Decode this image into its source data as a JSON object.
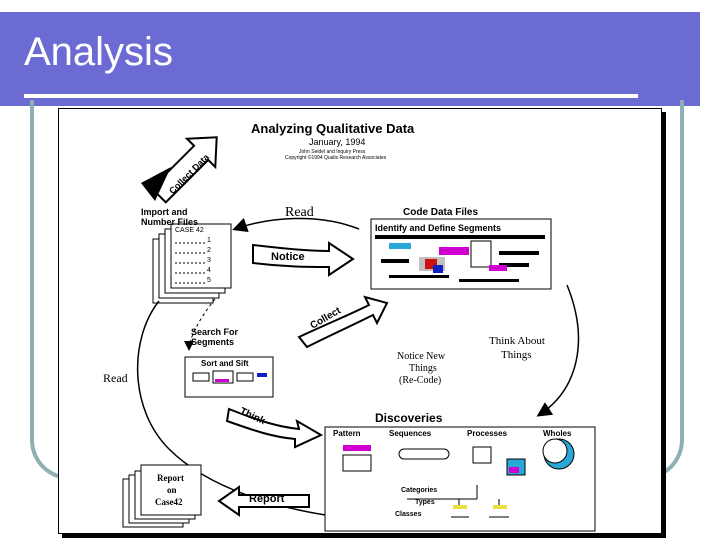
{
  "slide": {
    "title": "Analysis",
    "colors": {
      "header": "#6b6bd3",
      "frame": "#8fb0b3",
      "accent_magenta": "#d000d0",
      "accent_blue": "#1020c0",
      "accent_cyan": "#29a7d6"
    }
  },
  "diagram": {
    "title": "Analyzing Qualitative Data",
    "date": "January, 1994",
    "credit_1": "John Seidel and Inquiry Press",
    "credit_2": "Copyright ©1994 Qualis Research Associates",
    "collect_data": "Collect Data",
    "import_label_1": "Import and",
    "import_label_2": "Number Files",
    "case_header": "CASE 42",
    "case_lines": [
      "1",
      "2",
      "3",
      "4",
      "5"
    ],
    "read_top": "Read",
    "notice": "Notice",
    "code_title": "Code Data Files",
    "code_subtitle": "Identify and Define Segments",
    "collect": "Collect",
    "search_label_1": "Search For",
    "search_label_2": "Segments",
    "sort_sift": "Sort and Sift",
    "read_left": "Read",
    "notice_new_1": "Notice New",
    "notice_new_2": "Things",
    "notice_new_3": "(Re-Code)",
    "think_about_1": "Think About",
    "think_about_2": "Things",
    "think": "Think",
    "discoveries": "Discoveries",
    "disc_items": [
      "Pattern",
      "Sequences",
      "Processes",
      "Wholes"
    ],
    "categories": "Categories",
    "types": "Types",
    "classes": "Classes",
    "report_doc_1": "Report",
    "report_doc_2": "on",
    "report_doc_3": "Case42",
    "report_arrow": "Report"
  }
}
